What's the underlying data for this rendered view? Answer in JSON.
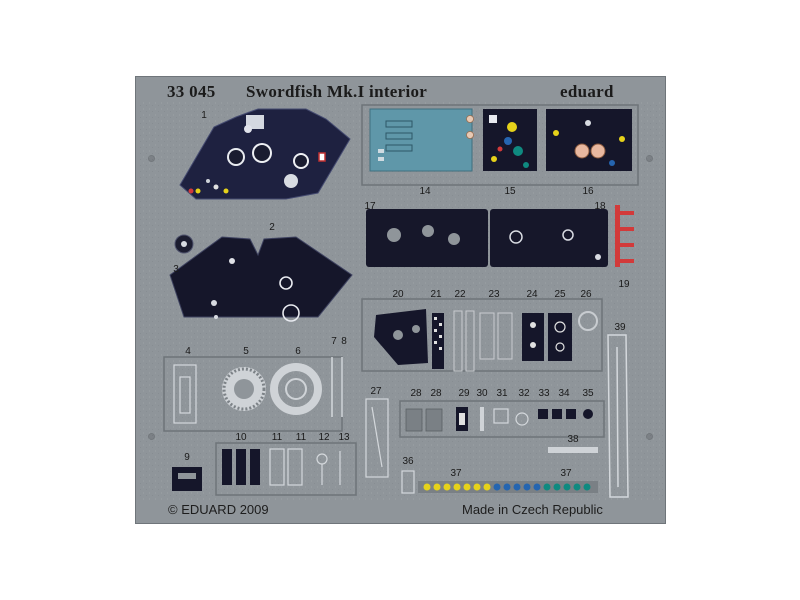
{
  "fret": {
    "code": "33 045",
    "title": "Swordfish Mk.I interior",
    "brand": "eduard",
    "copyright": "© EDUARD 2009",
    "origin": "Made in Czech Republic"
  },
  "part_numbers": [
    "1",
    "2",
    "3",
    "4",
    "5",
    "6",
    "7",
    "8",
    "9",
    "10",
    "11",
    "11",
    "12",
    "13",
    "14",
    "15",
    "16",
    "17",
    "18",
    "19",
    "20",
    "21",
    "22",
    "23",
    "24",
    "25",
    "26",
    "27",
    "28",
    "28",
    "29",
    "30",
    "31",
    "32",
    "33",
    "34",
    "35",
    "36",
    "37",
    "37",
    "38",
    "39"
  ],
  "colors": {
    "fret_metal": "#8f959a",
    "panel_dark": "#16172a",
    "panel_teal": "#5f97a9",
    "lamp_yellow": "#e6d21a",
    "lamp_blue": "#2565b0",
    "lamp_teal": "#0f8a80",
    "part_red": "#d23a3a"
  }
}
